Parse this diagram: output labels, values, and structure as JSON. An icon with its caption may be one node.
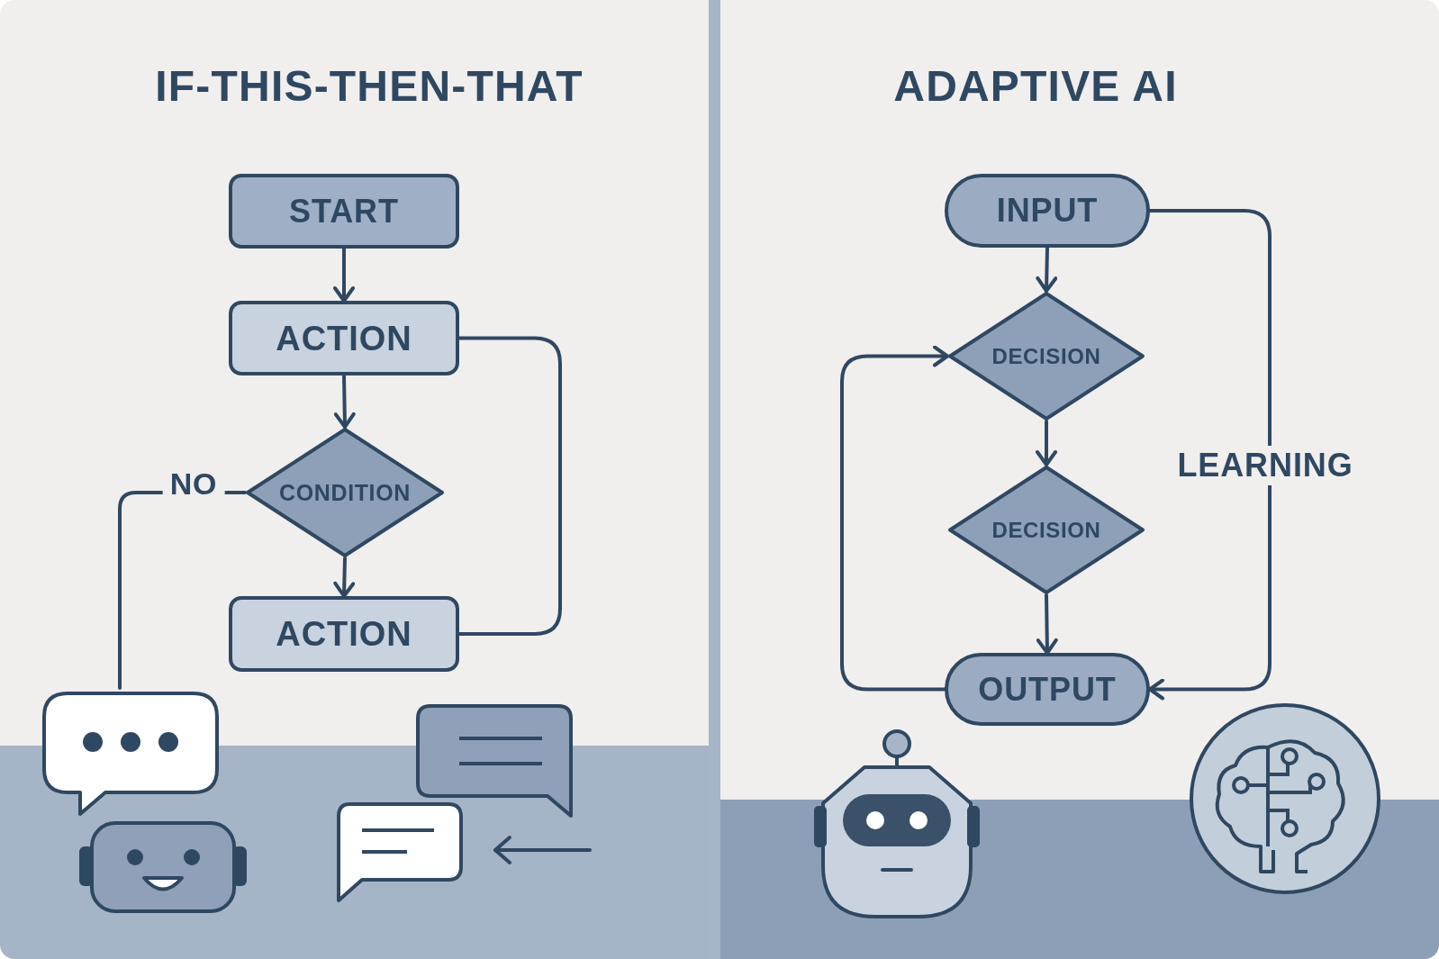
{
  "diagram": {
    "nodes": [
      {
        "text": [
          "START"
        ]
      },
      {
        "text": [
          "ACTION"
        ]
      },
      {
        "text": [
          "CONDITION"
        ]
      },
      {
        "text": [
          "ACTION"
        ]
      },
      {
        "text": [],
        "shape": "picture"
      },
      {
        "text": [
          "INPUT"
        ]
      },
      {
        "text": [
          "DECISION"
        ]
      },
      {
        "text": [
          "DECISION"
        ]
      },
      {
        "text": [
          "OUTPUT"
        ]
      }
    ],
    "edges": [
      {
        "from": 0,
        "to": 1,
        "arrow": "to"
      },
      {
        "from": 1,
        "to": 2,
        "arrow": "to"
      },
      {
        "from": 2,
        "to": 3,
        "arrow": "to"
      },
      {
        "from": 1,
        "to": 3,
        "arrow": "none"
      },
      {
        "from": 2,
        "to": 4,
        "arrow": "none",
        "label": "NO"
      },
      {
        "from": 5,
        "to": 6,
        "arrow": "to"
      },
      {
        "from": 6,
        "to": 7,
        "arrow": "to"
      },
      {
        "from": 7,
        "to": 8,
        "arrow": "to"
      },
      {
        "from": 8,
        "to": 6,
        "arrow": "to"
      },
      {
        "from": 5,
        "to": 8,
        "arrow": "to",
        "label": "LEARNING"
      }
    ],
    "labels": [
      "IF-THIS-THEN-THAT",
      "ADAPTIVE AI"
    ]
  }
}
